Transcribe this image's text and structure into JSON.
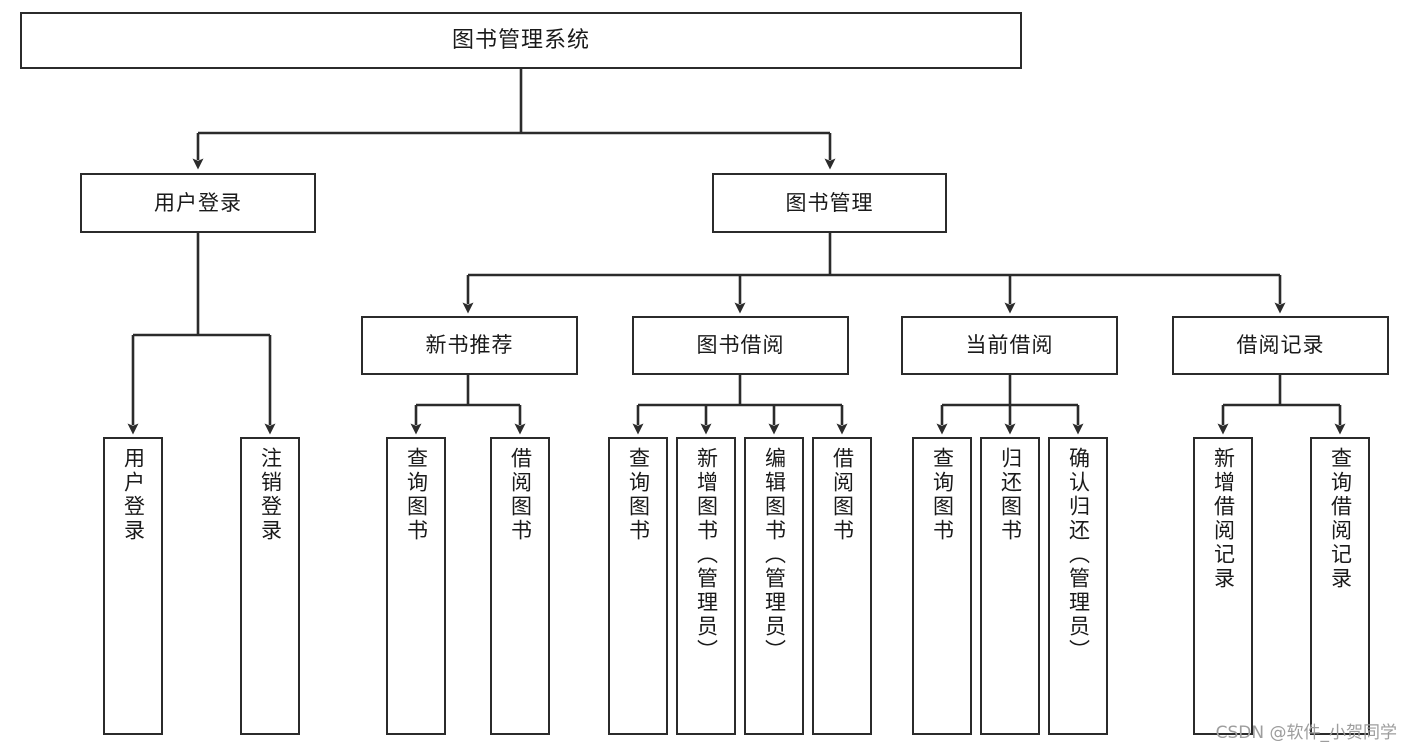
{
  "diagram": {
    "title": "图书管理系统",
    "type": "tree-hierarchy-chart",
    "colors": {
      "box_border": "#2b2b2b",
      "box_fill": "#ffffff",
      "connector": "#2b2b2b",
      "text": "#1a1a1a",
      "watermark": "#9d9d9d",
      "background": "#ffffff"
    },
    "nodes": {
      "root": {
        "label": "图书管理系统"
      },
      "level1": [
        {
          "label": "用户登录"
        },
        {
          "label": "图书管理"
        }
      ],
      "level2": [
        {
          "label": "新书推荐"
        },
        {
          "label": "图书借阅"
        },
        {
          "label": "当前借阅"
        },
        {
          "label": "借阅记录"
        }
      ],
      "leaves_user_login": [
        {
          "label": "用户登录"
        },
        {
          "label": "注销登录"
        }
      ],
      "leaves_new_book": [
        {
          "label": "查询图书"
        },
        {
          "label": "借阅图书"
        }
      ],
      "leaves_borrow": [
        {
          "label": "查询图书"
        },
        {
          "label": "新增图书（管理员）"
        },
        {
          "label": "编辑图书（管理员）"
        },
        {
          "label": "借阅图书"
        }
      ],
      "leaves_current": [
        {
          "label": "查询图书"
        },
        {
          "label": "归还图书"
        },
        {
          "label": "确认归还（管理员）"
        }
      ],
      "leaves_record": [
        {
          "label": "新增借阅记录"
        },
        {
          "label": "查询借阅记录"
        }
      ]
    }
  },
  "watermark": {
    "text": "CSDN @软件_小贺同学"
  }
}
